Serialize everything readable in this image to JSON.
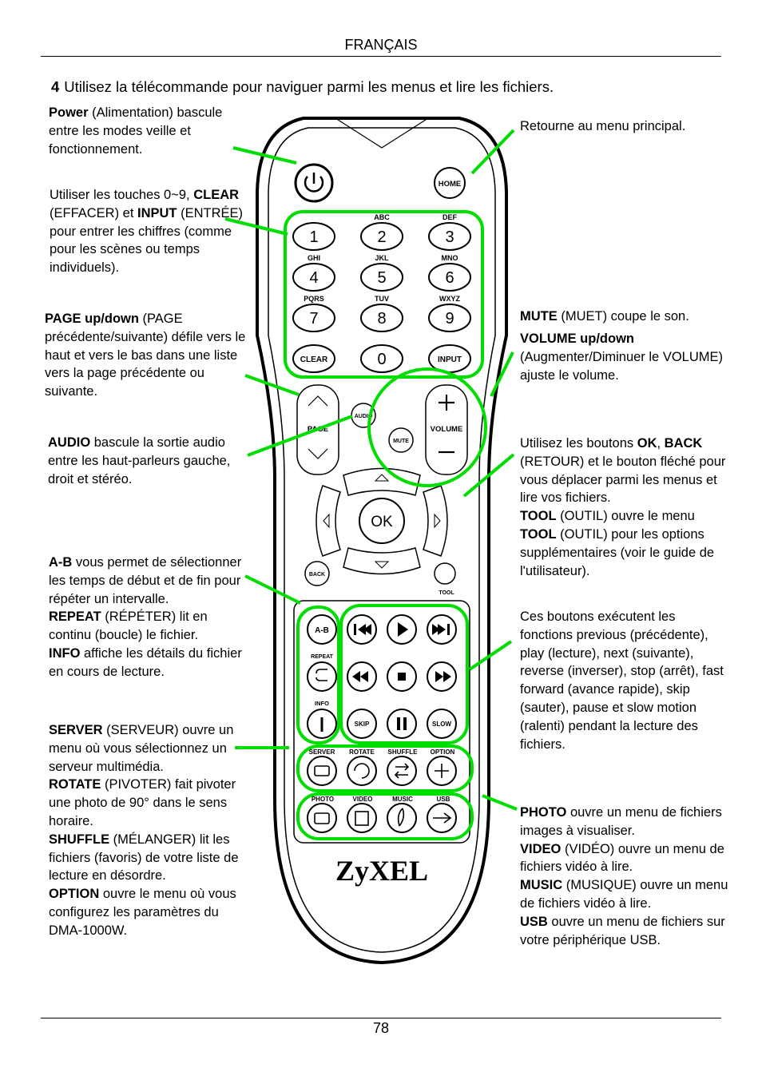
{
  "header": {
    "language": "FRANÇAIS"
  },
  "step": {
    "number": "4",
    "text": "Utilisez la télécommande pour naviguer parmi les menus et lire les fichiers."
  },
  "callouts": {
    "power": {
      "b1": "Power",
      "t1": " (Alimentation) bascule entre les modes veille et fonctionnement."
    },
    "digits": {
      "t1": "Utiliser les touches 0~9, ",
      "b1": "CLEAR",
      "t2": " (EFFACER) et ",
      "b2": "INPUT",
      "t3": " (ENTRÉE) pour entrer les chiffres (comme pour les scènes ou temps individuels)."
    },
    "page": {
      "b1": "PAGE up/down",
      "t1": " (PAGE précédente/suivante) défile vers le haut et vers le bas dans une liste  vers la page précédente ou suivante."
    },
    "audio": {
      "b1": "AUDIO",
      "t1": " bascule la sortie audio entre les haut-parleurs gauche, droit et stéréo."
    },
    "ab": {
      "b1": "A-B",
      "t1": " vous permet de sélectionner les temps de début et de fin pour répéter un intervalle.",
      "b2": "REPEAT",
      "t2": " (RÉPÉTER) lit en continu (boucle) le fichier.",
      "b3": "INFO",
      "t3": " affiche les détails du fichier en cours de lecture."
    },
    "server": {
      "b1": "SERVER",
      "t1": " (SERVEUR) ouvre un menu où  vous sélectionnez un serveur multimédia.",
      "b2": "ROTATE",
      "t2": " (PIVOTER) fait pivoter une photo de 90° dans le sens horaire.",
      "b3": "SHUFFLE",
      "t3": " (MÉLANGER) lit les fichiers (favoris) de votre liste de lecture en désordre.",
      "b4": "OPTION",
      "t4": " ouvre le menu où vous configurez les paramètres du DMA-1000W."
    },
    "home": {
      "t1": "Retourne au menu principal."
    },
    "mute": {
      "b1": "MUTE",
      "t1": " (MUET) coupe le son."
    },
    "volume": {
      "b1": "VOLUME up/down",
      "t1": "(Augmenter/Diminuer le VOLUME) ajuste le volume."
    },
    "ok": {
      "t1": "Utilisez les boutons ",
      "b1": "OK",
      "t2": ", ",
      "b2": "BACK",
      "t3": " (RETOUR) et le bouton fléché pour vous déplacer parmi les menus et lire vos fichiers.",
      "b3": "TOOL",
      "t4": " (OUTIL) ouvre le menu ",
      "b4": "TOOL",
      "t5": " (OUTIL) pour les options supplémentaires (voir le guide de l'utilisateur)."
    },
    "transport": {
      "t1": "Ces boutons exécutent les fonctions previous (précédente), play (lecture), next (suivante), reverse (inverser), stop (arrêt), fast forward (avance rapide), skip (sauter), pause et slow motion (ralenti) pendant la lecture des fichiers."
    },
    "photo": {
      "b1": "PHOTO",
      "t1": " ouvre un menu de fichiers images à visualiser.",
      "b2": "VIDEO",
      "t2": " (VIDÉO) ouvre un menu de fichiers vidéo à lire.",
      "b3": "MUSIC",
      "t3": " (MUSIQUE) ouvre un menu de fichiers vidéo à lire.",
      "b4": "USB",
      "t4": " ouvre un menu de fichiers sur votre périphérique USB."
    }
  },
  "remote": {
    "brand": "ZyXEL",
    "home": "HOME",
    "digits": [
      {
        "key": "1",
        "letters": ""
      },
      {
        "key": "2",
        "letters": "ABC"
      },
      {
        "key": "3",
        "letters": "DEF"
      },
      {
        "key": "4",
        "letters": "GHI"
      },
      {
        "key": "5",
        "letters": "JKL"
      },
      {
        "key": "6",
        "letters": "MNO"
      },
      {
        "key": "7",
        "letters": "PQRS"
      },
      {
        "key": "8",
        "letters": "TUV"
      },
      {
        "key": "9",
        "letters": "WXYZ"
      }
    ],
    "clear": "CLEAR",
    "zero": "0",
    "input": "INPUT",
    "page": "PAGE",
    "audio": "AUDIO",
    "mute": "MUTE",
    "volume": "VOLUME",
    "ok": "OK",
    "back": "BACK",
    "tool": "TOOL",
    "ab": "A-B",
    "repeat": "REPEAT",
    "info": "INFO",
    "skip": "SKIP",
    "slow": "SLOW",
    "server": "SERVER",
    "rotate": "ROTATE",
    "shuffle": "SHUFFLE",
    "option": "OPTION",
    "photo": "PHOTO",
    "video": "VIDEO",
    "music": "MUSIC",
    "usb": "USB",
    "highlight_color": "#00dd00"
  },
  "footer": {
    "page_number": "78"
  }
}
